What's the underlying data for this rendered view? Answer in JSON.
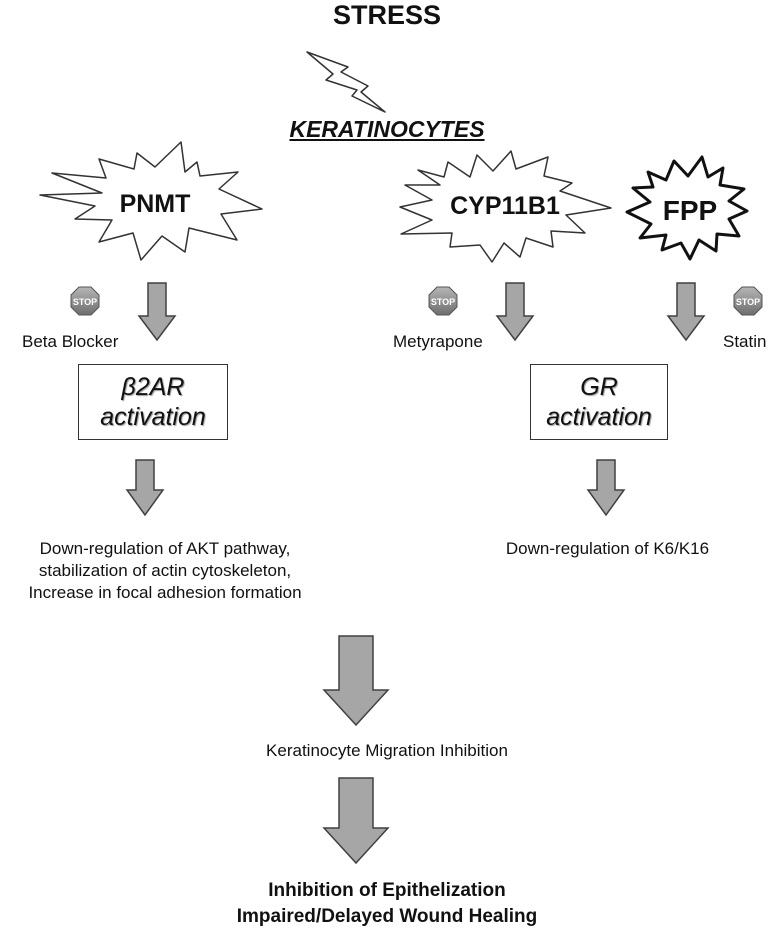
{
  "title": "STRESS",
  "cell_type": "KERATINOCYTES",
  "enzymes": [
    "PNMT",
    "CYP11B1",
    "FPP"
  ],
  "stop_sign_text": "STOP",
  "inhibitors": [
    "Beta Blocker",
    "Metyrapone",
    "Statin"
  ],
  "receptors": {
    "left": {
      "line1": "β2AR",
      "line2": "activation"
    },
    "right": {
      "line1": "GR",
      "line2": "activation"
    }
  },
  "effects": {
    "left": [
      "Down-regulation of AKT pathway,",
      "stabilization of actin cytoskeleton,",
      "Increase in focal adhesion formation"
    ],
    "right": "Down-regulation of K6/K16"
  },
  "migration": "Keratinocyte Migration Inhibition",
  "outcome": [
    "Inhibition of Epithelization",
    "Impaired/Delayed Wound Healing"
  ],
  "colors": {
    "arrow_fill": "#a6a6a6",
    "arrow_stroke": "#404040",
    "stop_red": "#8c8c8c",
    "text": "#111111"
  }
}
